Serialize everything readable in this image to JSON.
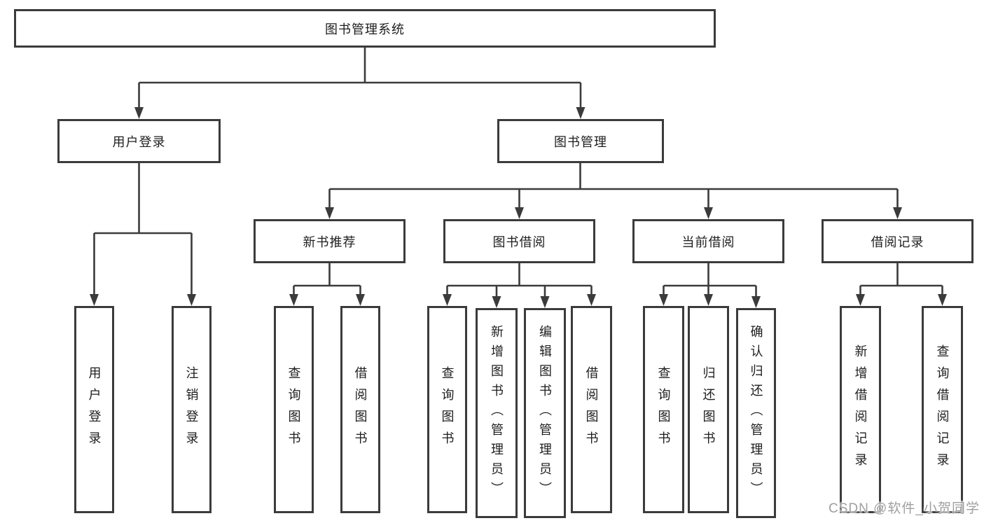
{
  "diagram": {
    "root": {
      "label": "图书管理系统"
    },
    "level2": [
      {
        "label": "用户登录"
      },
      {
        "label": "图书管理"
      }
    ],
    "level3": [
      {
        "label": "新书推荐",
        "parent": "图书管理"
      },
      {
        "label": "图书借阅",
        "parent": "图书管理"
      },
      {
        "label": "当前借阅",
        "parent": "图书管理"
      },
      {
        "label": "借阅记录",
        "parent": "图书管理"
      }
    ],
    "leaves": [
      {
        "label": "用户登录",
        "parent": "用户登录"
      },
      {
        "label": "注销登录",
        "parent": "用户登录"
      },
      {
        "label": "查询图书",
        "parent": "新书推荐"
      },
      {
        "label": "借阅图书",
        "parent": "新书推荐"
      },
      {
        "label": "查询图书",
        "parent": "图书借阅"
      },
      {
        "label": "新增图书（管理员）",
        "parent": "图书借阅"
      },
      {
        "label": "编辑图书（管理员）",
        "parent": "图书借阅"
      },
      {
        "label": "借阅图书",
        "parent": "图书借阅"
      },
      {
        "label": "查询图书",
        "parent": "当前借阅"
      },
      {
        "label": "归还图书",
        "parent": "当前借阅"
      },
      {
        "label": "确认归还（管理员）",
        "parent": "当前借阅"
      },
      {
        "label": "新增借阅记录",
        "parent": "借阅记录"
      },
      {
        "label": "查询借阅记录",
        "parent": "借阅记录"
      }
    ],
    "watermark": "CSDN @软件_小贺同学",
    "colors": {
      "line": "#3b3b3b",
      "text": "#1e1e1e",
      "background": "#ffffff",
      "watermark": "#9f9f9f"
    }
  }
}
